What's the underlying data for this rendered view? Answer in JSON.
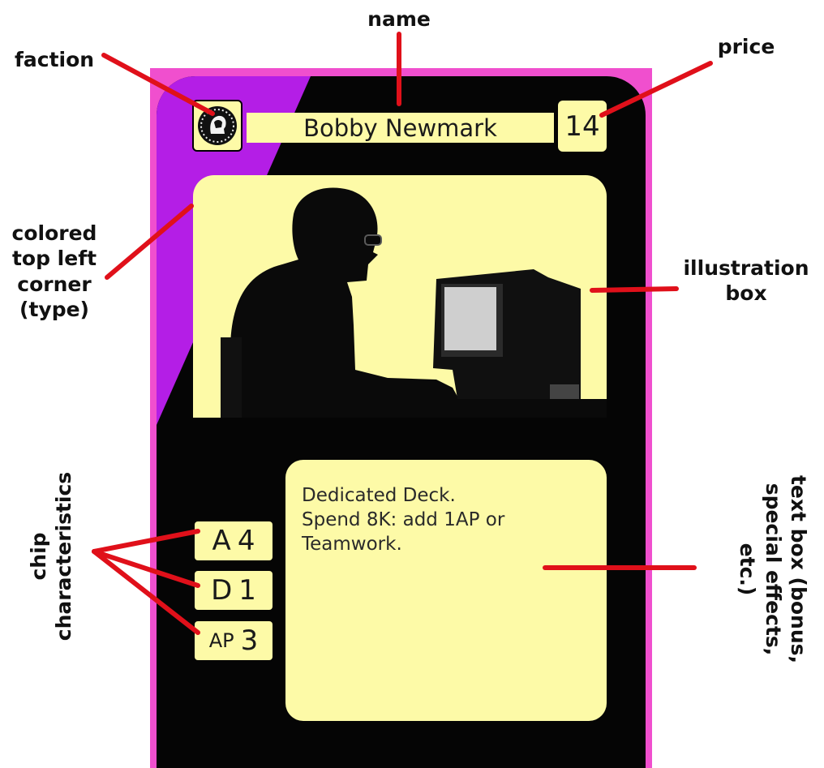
{
  "annotations": {
    "name": "name",
    "faction": "faction",
    "price": "price",
    "type_corner": [
      "colored",
      "top left",
      "corner",
      "(type)"
    ],
    "illustration": [
      "illustration",
      "box"
    ],
    "chip": [
      "chip",
      "characteristics"
    ],
    "text_box": [
      "text box (bonus,",
      "special effects,",
      "etc.)"
    ]
  },
  "card": {
    "name": "Bobby Newmark",
    "price": "14",
    "text_lines": [
      "Dedicated Deck.",
      "Spend 8K: add 1AP or",
      "Teamwork."
    ],
    "chips": [
      {
        "label": "A",
        "value": "4"
      },
      {
        "label": "D",
        "value": "1"
      },
      {
        "label": "AP",
        "value": "3"
      }
    ]
  },
  "colors": {
    "border": "#f04fce",
    "type_corner": "#b41ee6",
    "card_body": "#050505",
    "panel": "#fdfaa7",
    "arrow": "#e0101a"
  },
  "icons": {
    "faction": "faction-emblem-icon"
  }
}
